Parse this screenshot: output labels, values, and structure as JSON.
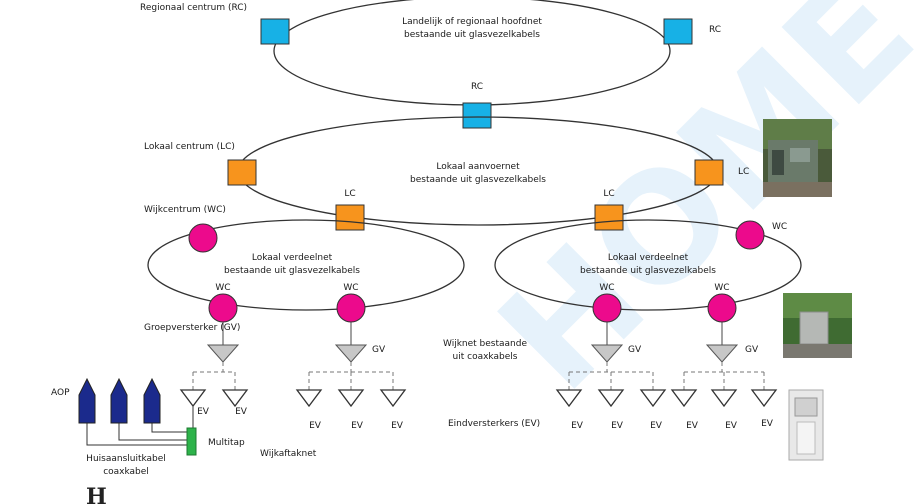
{
  "colors": {
    "rc": "#17b1e6",
    "lc": "#f7941d",
    "wc": "#ec0a8c",
    "gv": "#c7c7c7",
    "aop": "#1b2a8c",
    "multitap": "#2db34a",
    "line": "#333333",
    "dash": "#777777"
  },
  "watermark": "HOME",
  "corner_mark": "H",
  "labels": {
    "regionaal_centrum": "Regionaal centrum (RC)",
    "hoofdnet_1": "Landelijk of regionaal hoofdnet",
    "hoofdnet_2": "bestaande uit glasvezelkabels",
    "rc": "RC",
    "lokaal_centrum": "Lokaal centrum (LC)",
    "aanvoer_1": "Lokaal aanvoernet",
    "aanvoer_2": "bestaande uit glasvezelkabels",
    "lc": "LC",
    "wijkcentrum": "Wijkcentrum (WC)",
    "wc": "WC",
    "verdeel_1": "Lokaal verdeelnet",
    "verdeel_2": "bestaande uit glasvezelkabels",
    "groepversterker": "Groepversterker (GV)",
    "gv": "GV",
    "wijknet_1": "Wijknet bestaande",
    "wijknet_2": "uit coaxkabels",
    "aop": "AOP",
    "ev": "EV",
    "multitap": "Multitap",
    "eindversterkers": "Eindversterkers (EV)",
    "huisaansluit_1": "Huisaansluitkabel",
    "huisaansluit_2": "coaxkabel",
    "wijkaftaknet": "Wijkaftaknet"
  }
}
